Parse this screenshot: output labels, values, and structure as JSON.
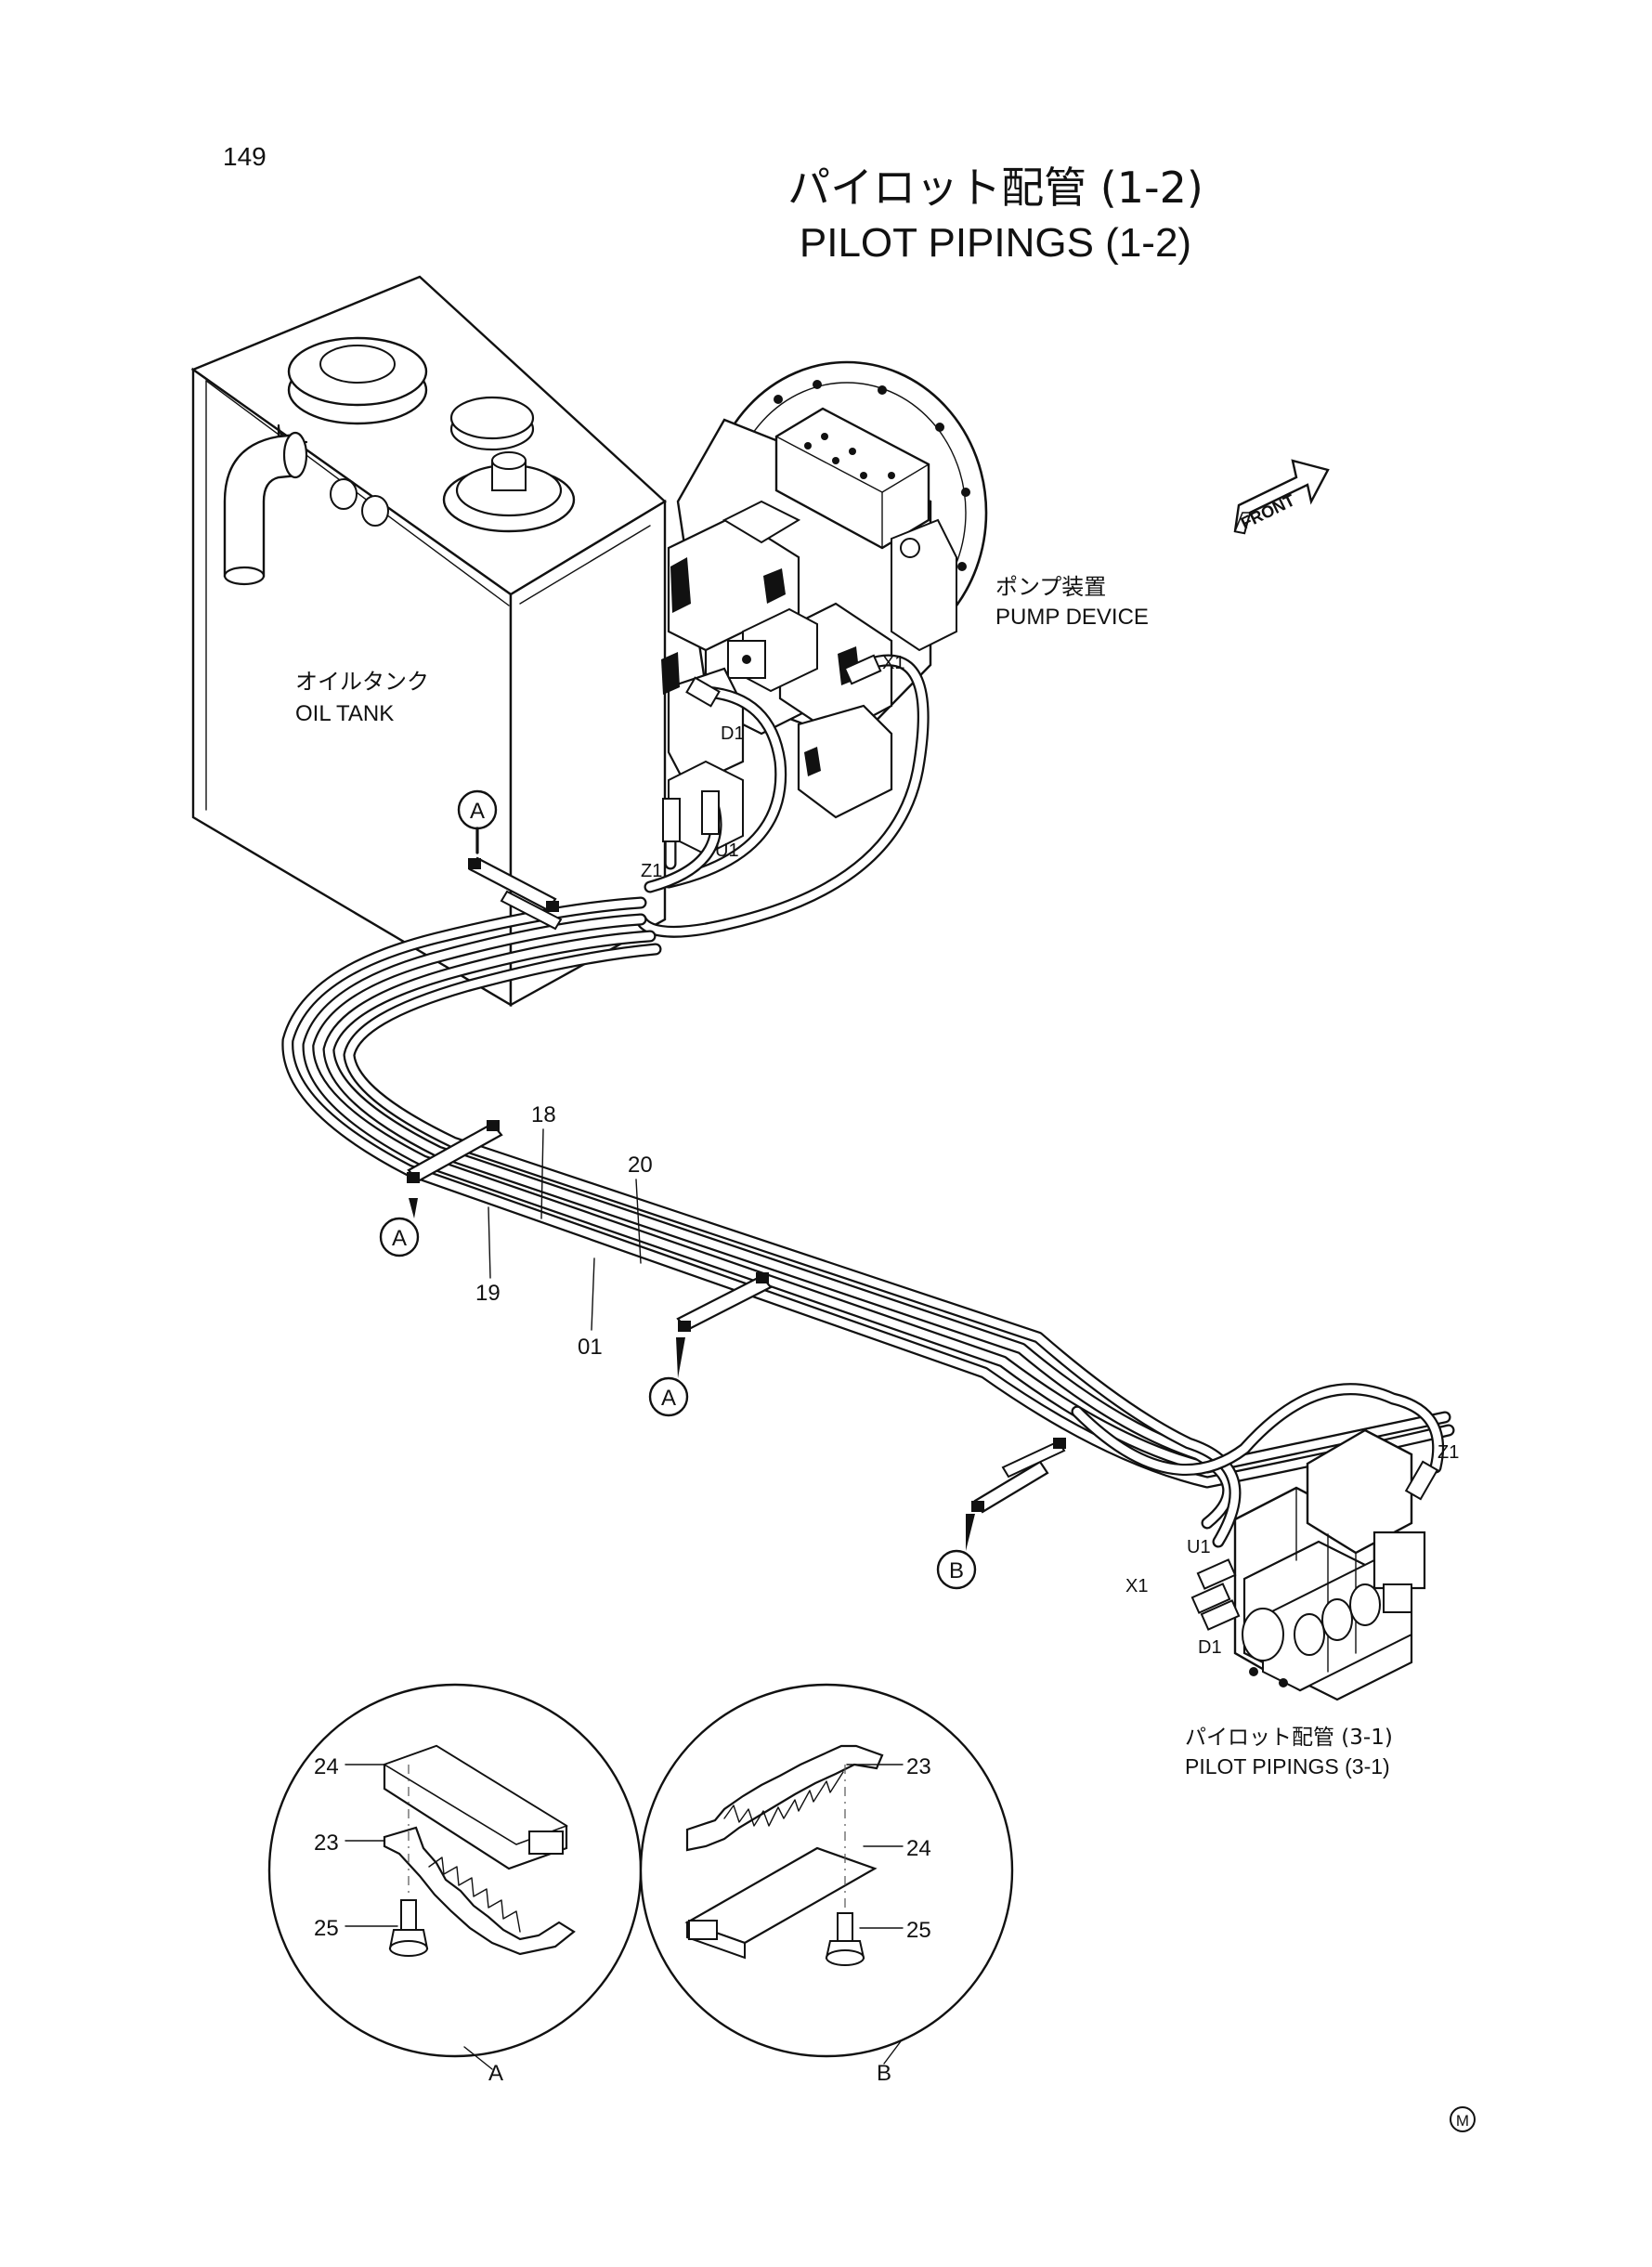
{
  "page": {
    "number": "149",
    "mark": "M"
  },
  "title": {
    "jp": "パイロット配管 (1-2)",
    "en": "PILOT PIPINGS (1-2)"
  },
  "components": {
    "oil_tank": {
      "jp": "オイルタンク",
      "en": "OIL TANK"
    },
    "pump_device": {
      "jp": "ポンプ装置",
      "en": "PUMP DEVICE"
    },
    "front_arrow": "FRONT",
    "continuation": {
      "jp": "パイロット配管 (3-1)",
      "en": "PILOT PIPINGS (3-1)"
    }
  },
  "ports_pump": {
    "x1": "X1",
    "d1": "D1",
    "z1": "Z1",
    "u1": "U1"
  },
  "ports_valve": {
    "z1": "Z1",
    "u1": "U1",
    "x1": "X1",
    "d1": "D1"
  },
  "part_callouts": {
    "p18": "18",
    "p20": "20",
    "p19": "19",
    "p01": "01"
  },
  "clamp_callouts": {
    "a1": "A",
    "a2": "A",
    "a3": "A",
    "b1": "B"
  },
  "detail_a": {
    "label": "A",
    "p24": "24",
    "p23": "23",
    "p25": "25"
  },
  "detail_b": {
    "label": "B",
    "p23": "23",
    "p24": "24",
    "p25": "25"
  }
}
